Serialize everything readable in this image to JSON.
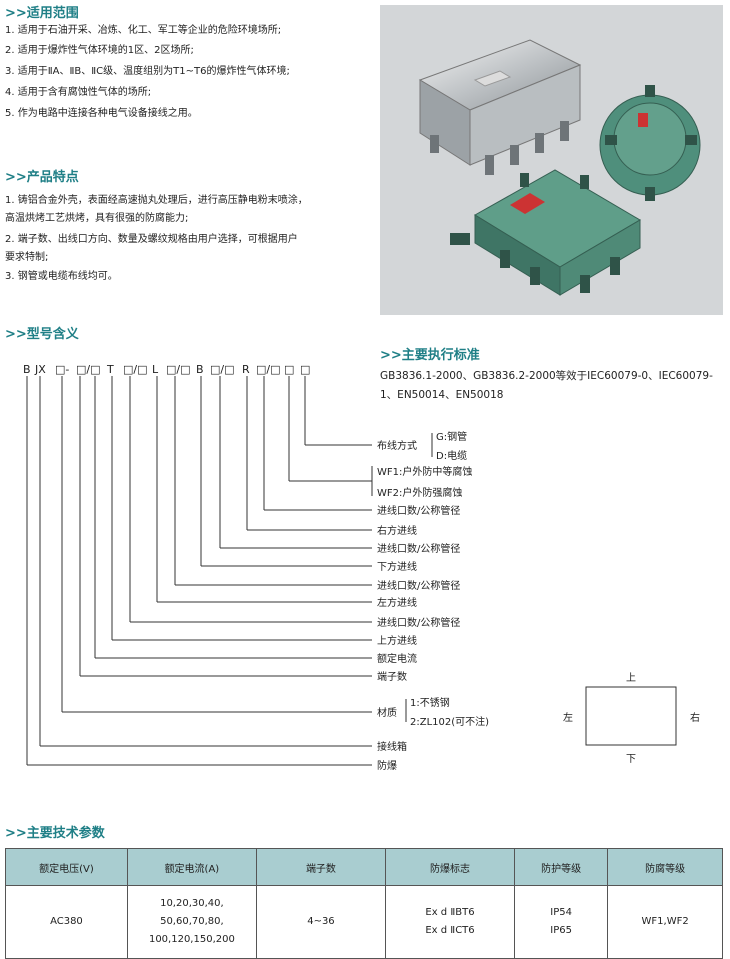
{
  "scope": {
    "title": ">>适用范围",
    "items": [
      "1. 适用于石油开采、冶炼、化工、军工等企业的危险环境场所;",
      "2. 适用于爆炸性气体环境的1区、2区场所;",
      "3. 适用于ⅡA、ⅡB、ⅡC级、温度组别为T1~T6的爆炸性气体环境;",
      "4. 适用于含有腐蚀性气体的场所;",
      "5. 作为电路中连接各种电气设备接线之用。"
    ]
  },
  "features": {
    "title": ">>产品特点",
    "items": [
      "1. 铸铝合金外壳，表面经高速抛丸处理后，进行高压静电粉末喷涂，",
      "   高温烘烤工艺烘烤，具有很强的防腐能力;",
      "2. 端子数、出线口方向、数量及螺纹规格由用户选择，可根据用户",
      "   要求特制;",
      "3. 钢管或电缆布线均可。"
    ]
  },
  "model": {
    "title": ">>型号含义",
    "code": [
      "B",
      "JX",
      "□-",
      "□/□",
      "T",
      "□/□",
      "L",
      "□/□",
      "B",
      "□/□",
      "R",
      "□/□",
      "□",
      "□"
    ],
    "labels": [
      "布线方式",
      "G:钢管",
      "D:电缆",
      "WF1:户外防中等腐蚀",
      "WF2:户外防强腐蚀",
      "进线口数/公称管径",
      "右方进线",
      "进线口数/公称管径",
      "下方进线",
      "进线口数/公称管径",
      "左方进线",
      "进线口数/公称管径",
      "上方进线",
      "额定电流",
      "端子数",
      "材质",
      "1:不锈钢",
      "2:ZL102(可不注)",
      "接线箱",
      "防爆"
    ],
    "directions": {
      "top": "上",
      "left": "左",
      "right": "右",
      "bottom": "下"
    }
  },
  "standards": {
    "title": ">>主要执行标准",
    "text": "GB3836.1-2000、GB3836.2-2000等效于IEC60079-0、IEC60079-1、EN50014、EN50018"
  },
  "specs": {
    "title": ">>主要技术参数",
    "headers": [
      "额定电压(V)",
      "额定电流(A)",
      "端子数",
      "防爆标志",
      "防护等级",
      "防腐等级"
    ],
    "row": {
      "voltage": "AC380",
      "current": [
        "10,20,30,40,",
        "50,60,70,80,",
        "100,120,150,200"
      ],
      "terminals": "4~36",
      "explosion": [
        "Ex d ⅡBT6",
        "Ex d ⅡCT6"
      ],
      "protection": [
        "IP54",
        "IP65"
      ],
      "corrosion": "WF1,WF2"
    }
  },
  "colors": {
    "accent": "#1f7f86",
    "table_header": "#a9cdd0",
    "photo_bg": "#d3d6d8",
    "box_green": "#4f8f7c"
  }
}
